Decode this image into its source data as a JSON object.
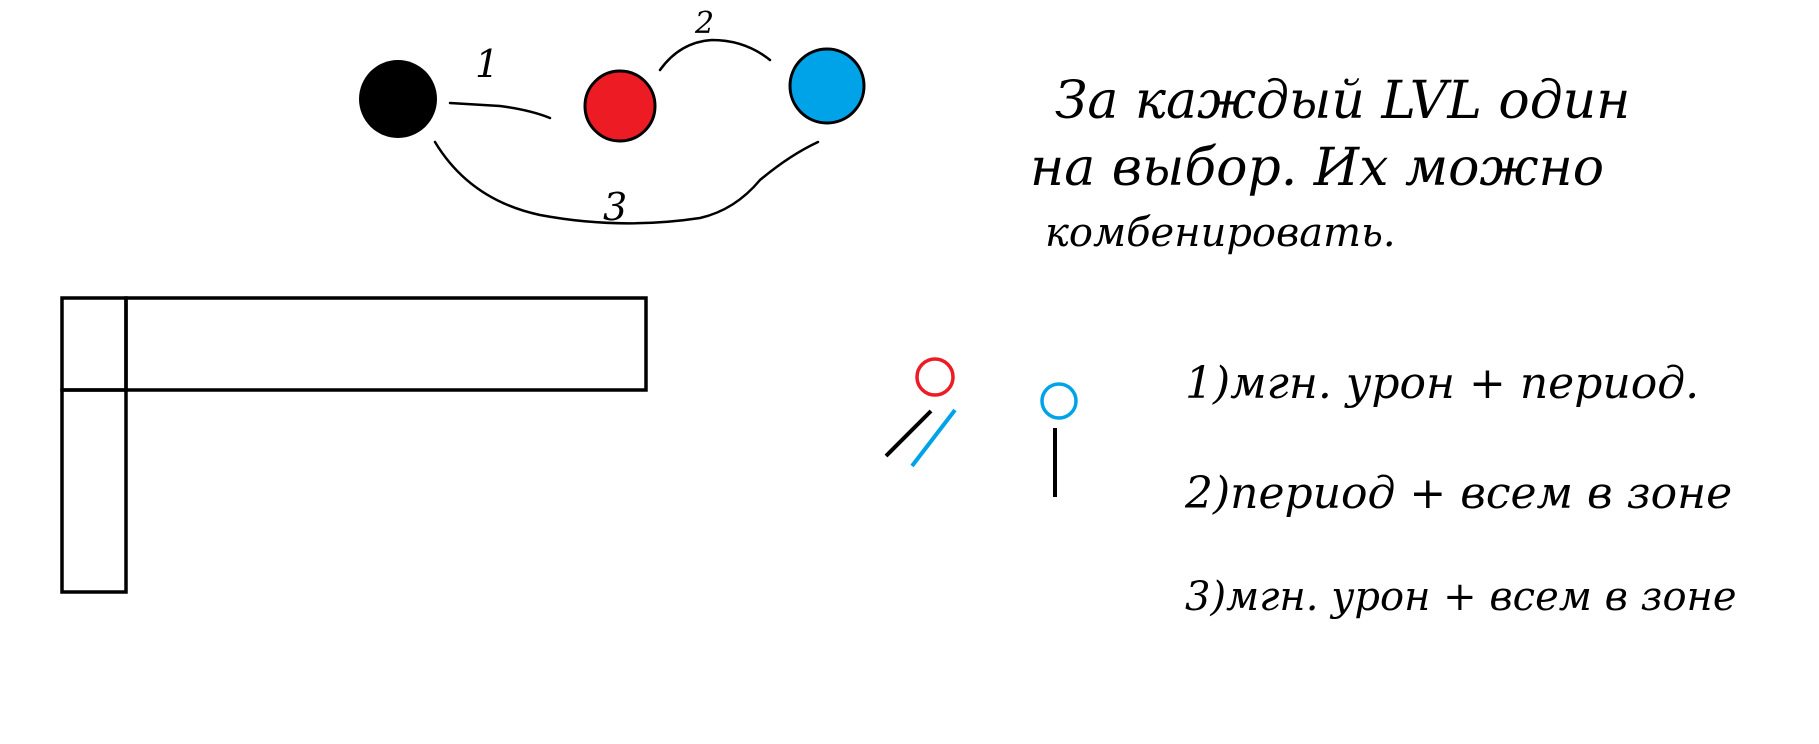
{
  "colors": {
    "background": "#ffffff",
    "ink": "#000000",
    "black_node": "#000000",
    "red_node": "#ed1c24",
    "blue_node": "#00a2e8"
  },
  "diagram": {
    "nodes": [
      {
        "id": "black",
        "color": "#000000"
      },
      {
        "id": "red",
        "color": "#ed1c24"
      },
      {
        "id": "blue",
        "color": "#00a2e8"
      }
    ],
    "links": [
      {
        "from": "black",
        "to": "red",
        "label": "1"
      },
      {
        "from": "red",
        "to": "blue",
        "label": "2"
      },
      {
        "from": "black",
        "to": "blue",
        "label": "3"
      }
    ]
  },
  "notes": {
    "header": [
      "За каждый LVL один",
      "на выбор. Их можно",
      "комбенировать."
    ],
    "list": [
      "1)мгн. урон + период.",
      "2)период + всем в зоне",
      "3)мгн. урон + всем в зоне"
    ]
  },
  "pins": [
    {
      "name": "red-pin",
      "head_color": "#ed1c24",
      "stick_color": "#000000"
    },
    {
      "name": "blue-pin",
      "head_color": "#00a2e8",
      "stick_color": "#000000"
    }
  ]
}
